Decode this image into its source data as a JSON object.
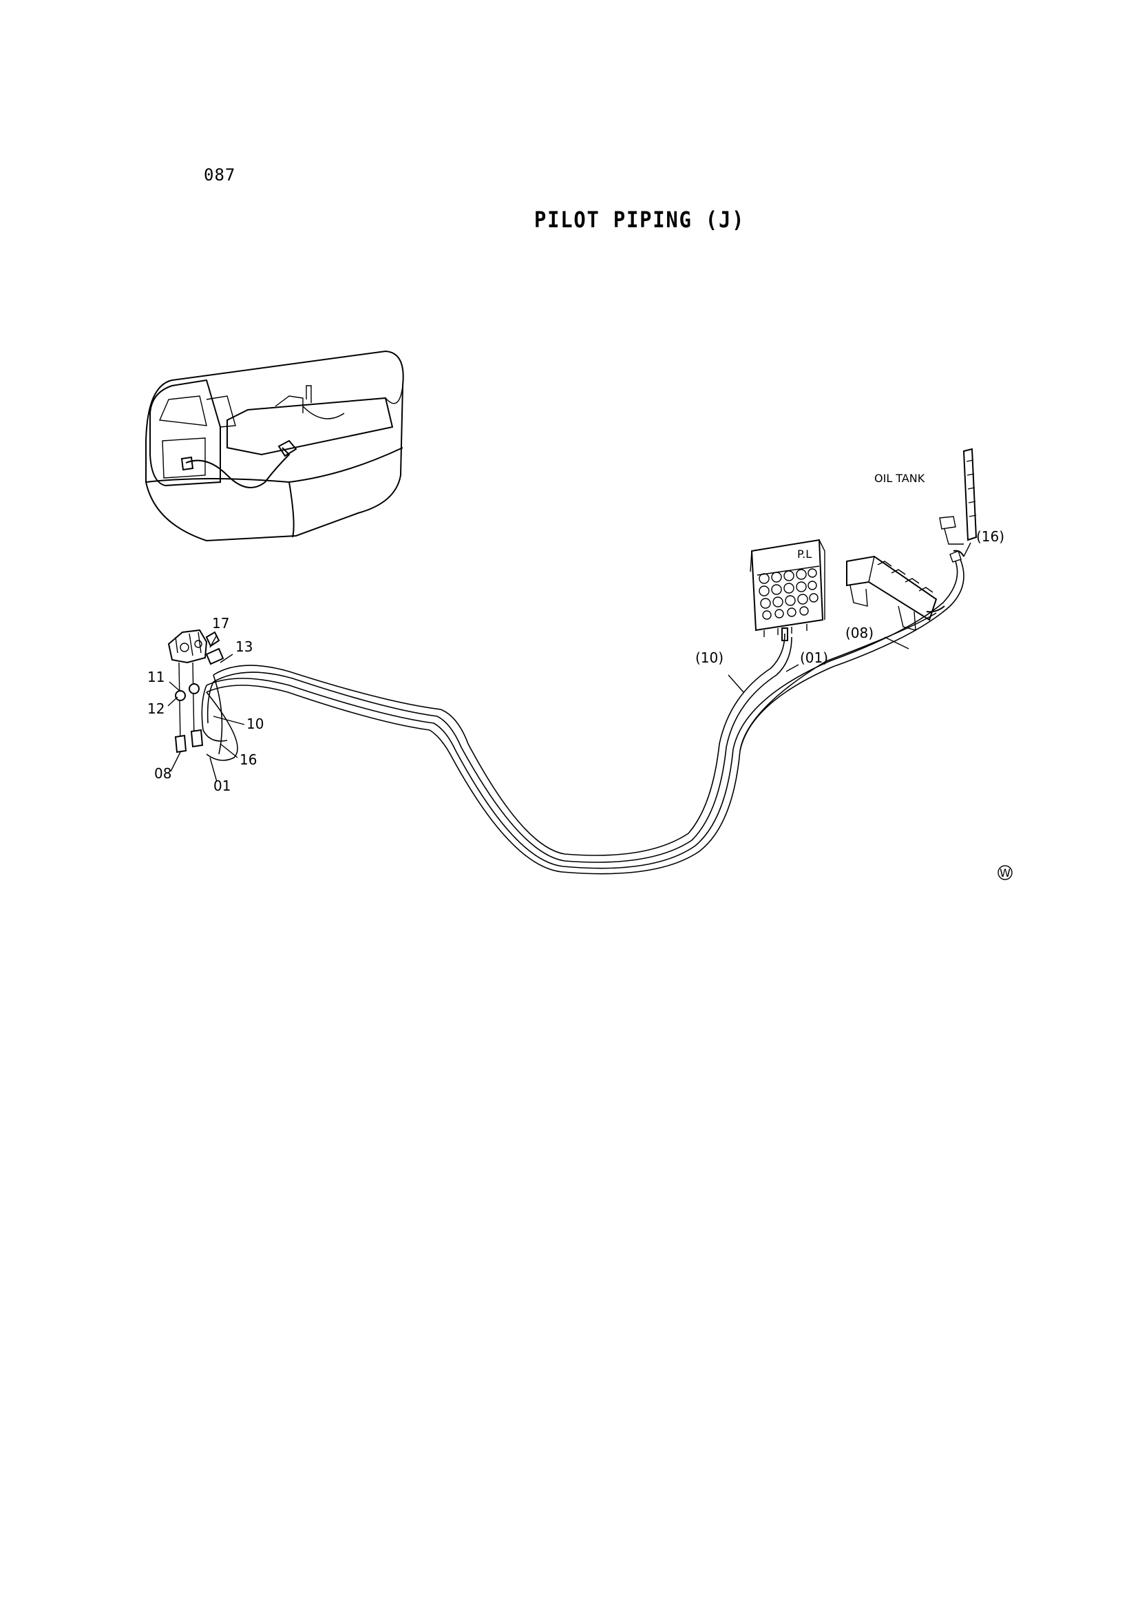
{
  "page_number": "087",
  "title": "PILOT PIPING (J)",
  "labels": {
    "oil_tank": "OIL TANK",
    "ref_16": "(16)",
    "ref_08": "(08)",
    "ref_10": "(10)",
    "ref_01": "(01)",
    "part_17": "17",
    "part_13": "13",
    "part_11": "11",
    "part_12": "12",
    "part_10": "10",
    "part_16": "16",
    "part_08": "08",
    "part_01": "01",
    "valve_marking": "P.L",
    "mark_w": "W"
  }
}
